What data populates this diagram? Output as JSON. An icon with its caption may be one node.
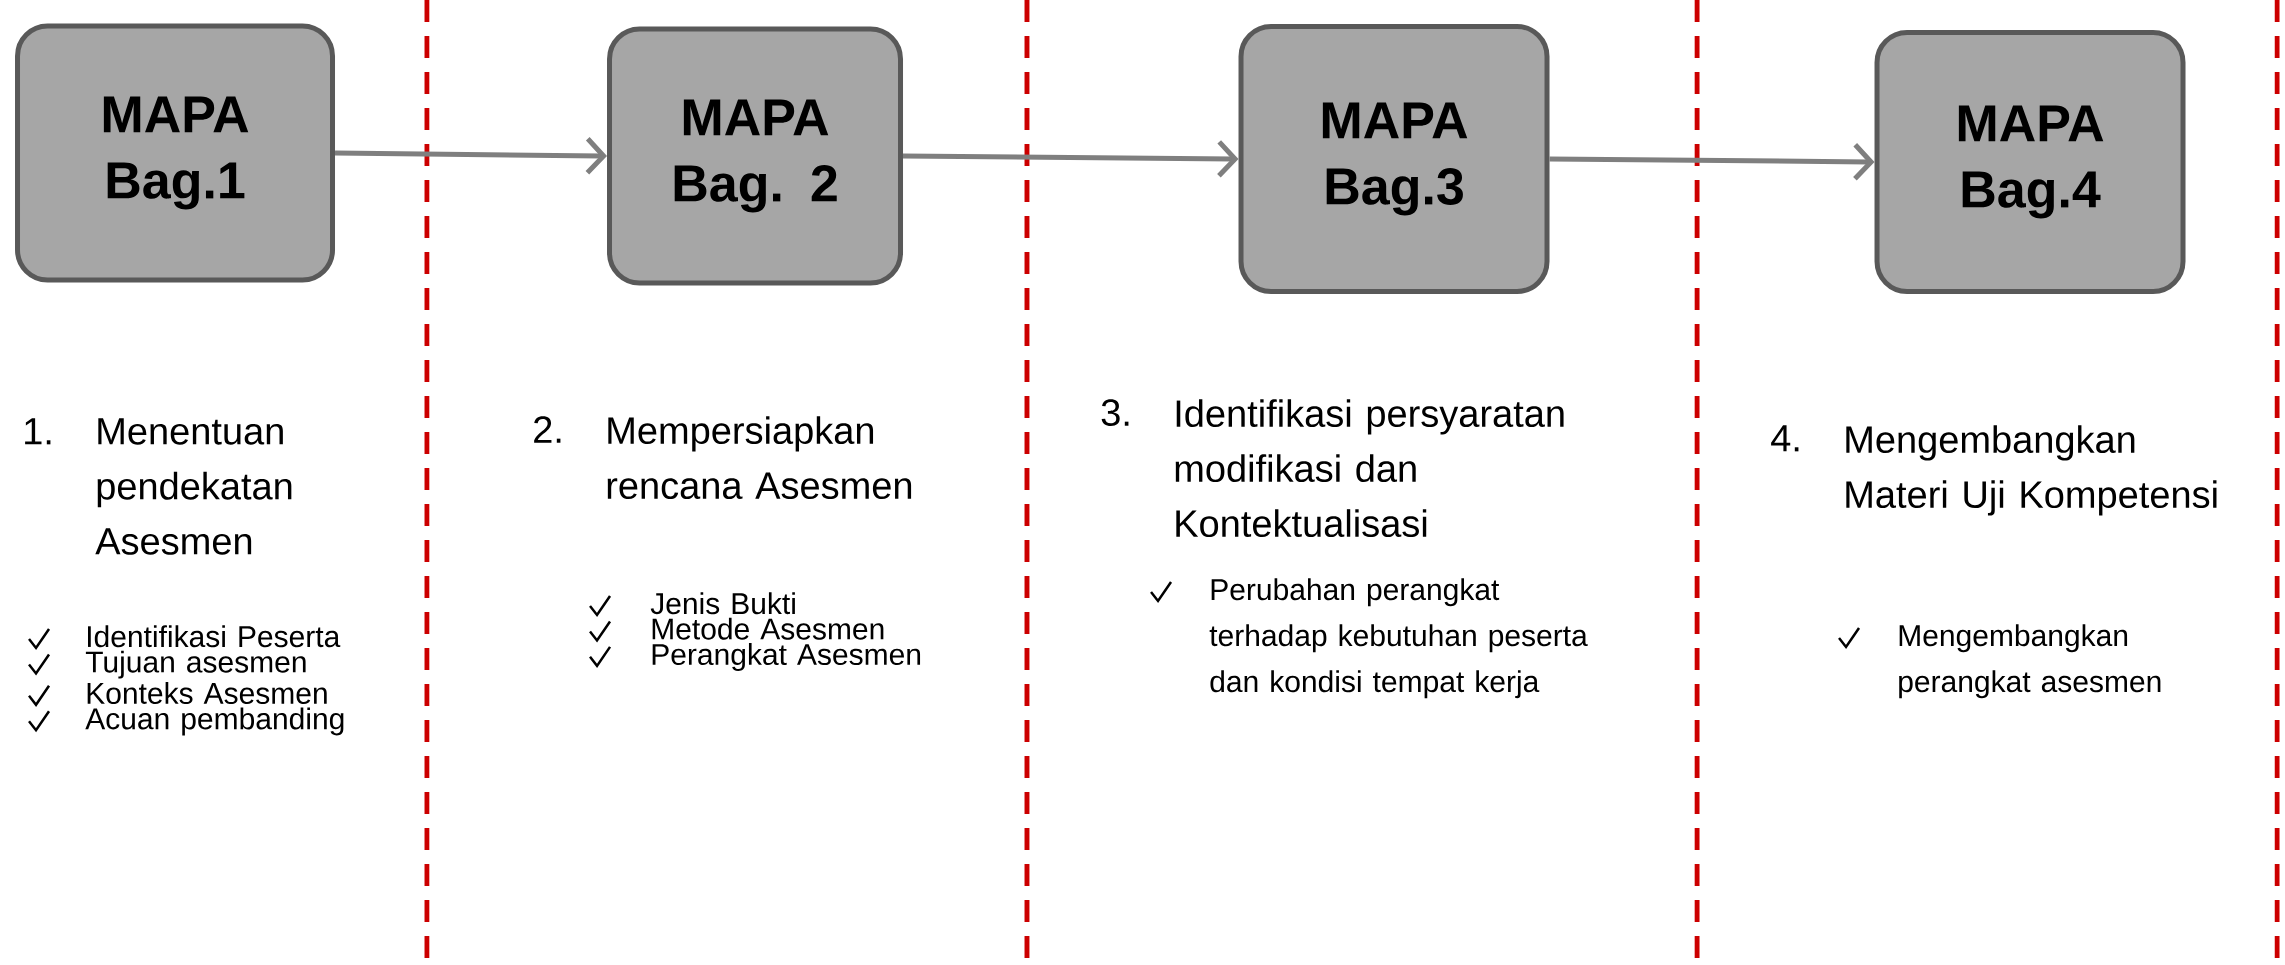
{
  "diagram": {
    "nodes": [
      {
        "text": [
          "MAPA Bag.1"
        ]
      },
      {
        "text": [
          "MAPA Bag. 2"
        ]
      },
      {
        "text": [
          "MAPA Bag.3"
        ]
      },
      {
        "text": [
          "MAPA Bag.4"
        ]
      }
    ],
    "edges": [
      {
        "from": 0,
        "to": 1,
        "arrow": "to"
      },
      {
        "from": 1,
        "to": 2,
        "arrow": "to"
      },
      {
        "from": 2,
        "to": 3,
        "arrow": "to"
      }
    ],
    "labels": [
      "1.",
      "Menentuan pendekatan Asesmen",
      "Identifikasi Peserta",
      "Tujuan asesmen",
      "Konteks Asesmen",
      "Acuan pembanding",
      "2.",
      "Mempersiapkan rencana Asesmen",
      "Jenis Bukti",
      "Metode Asesmen",
      "Perangkat Asesmen",
      "3.",
      "Identifikasi persyaratan modifikasi dan Kontektualisasi",
      "Perubahan perangkat terhadap kebutuhan peserta dan kondisi tempat kerja",
      "4.",
      "Mengembangkan Materi Uji Kompetensi",
      "Mengembangkan perangkat asesmen"
    ]
  }
}
